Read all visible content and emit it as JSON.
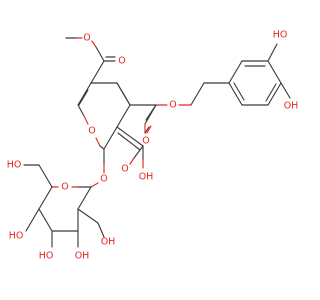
{
  "diagram": {
    "type": "chemical-structure",
    "labels": {
      "ho_ring_top": "HO",
      "oh_ring_right": "OH",
      "ester_o_right": "O",
      "ester_co_right": "O",
      "ester_co_left": "O",
      "ester_o_left": "O",
      "ring_o": "O",
      "acid_o1": "O",
      "acid_oh": "OH",
      "glyco_o": "O",
      "sugar_o": "O",
      "sugar_ho_ch2": "HO",
      "sugar_ho1": "HO",
      "sugar_oh1": "OH",
      "sugar_oh2": "OH",
      "sugar_ho2": "HO"
    },
    "colors": {
      "bond": "#3b3b3b",
      "oxygen": "#e8261f",
      "background": "#ffffff"
    }
  }
}
